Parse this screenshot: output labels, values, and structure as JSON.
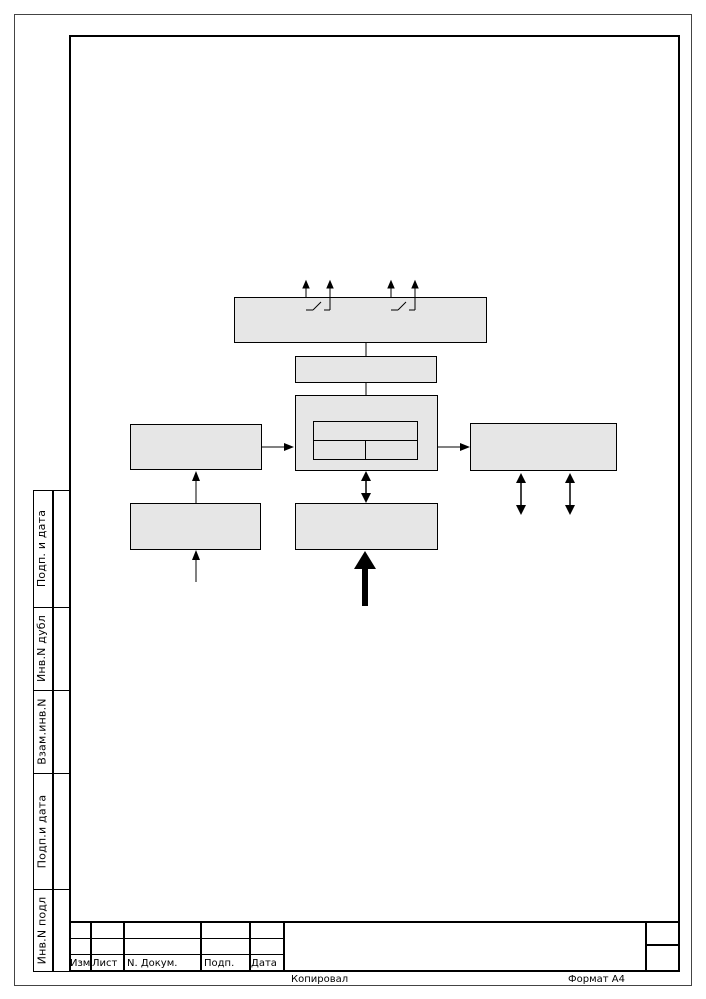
{
  "side_stamp": {
    "cells": [
      "Подп.  и  дата",
      "Инв.N дубл",
      "Взам.инв.N",
      "Подп.и дата",
      "Инв.N подл"
    ]
  },
  "title_block": {
    "columns": [
      "Изм",
      "Лист",
      "N. Докум.",
      "Подп.",
      "Дата"
    ]
  },
  "footer": {
    "copied_by": "Копировал",
    "format": "Формат  A4"
  }
}
